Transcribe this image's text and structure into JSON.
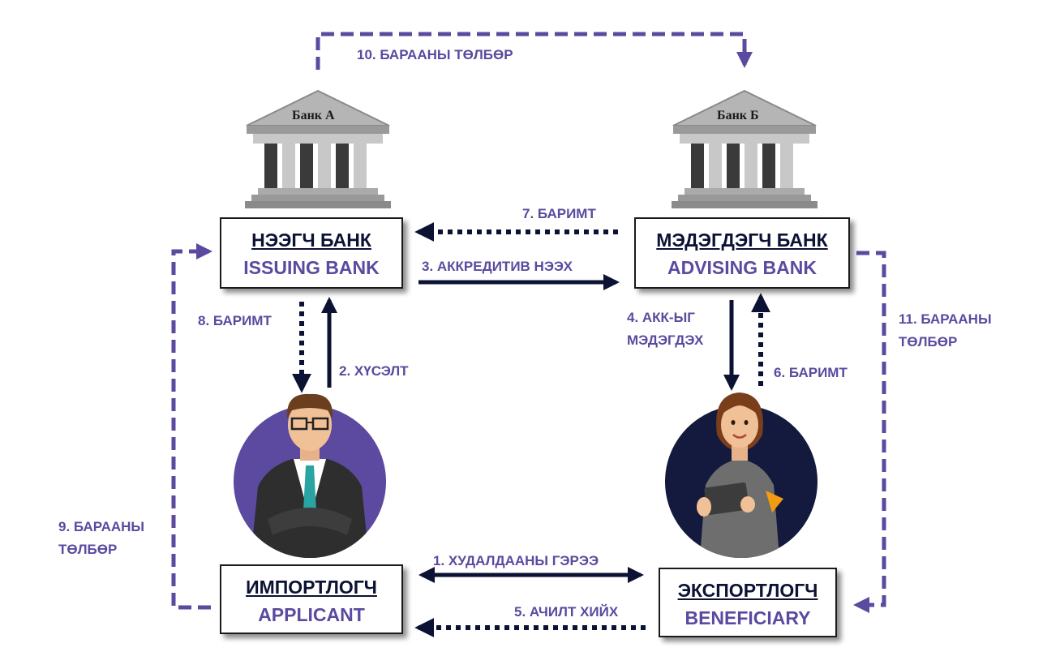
{
  "colors": {
    "navy": "#0b1233",
    "purple": "#5b4a9f",
    "building": "#9a9a9a",
    "column": "#3a3a3a"
  },
  "banks": {
    "a_sign": "Банк А",
    "b_sign": "Банк Б"
  },
  "boxes": {
    "issuing": {
      "mn": "НЭЭГЧ БАНК",
      "en": "ISSUING BANK"
    },
    "advising": {
      "mn": "МЭДЭГДЭГЧ БАНК",
      "en": "ADVISING BANK"
    },
    "applicant": {
      "mn": "ИМПОРТЛОГЧ",
      "en": "APPLICANT"
    },
    "beneficiary": {
      "mn": "ЭКСПОРТЛОГЧ",
      "en": "BENEFICIARY"
    }
  },
  "steps": {
    "s1": "1. ХУДАЛДААНЫ ГЭРЭЭ",
    "s2": "2. ХҮСЭЛТ",
    "s3": "3. АККРЕДИТИВ НЭЭХ",
    "s4_l1": "4. АКК-ЫГ",
    "s4_l2": "МЭДЭГДЭХ",
    "s5": "5. АЧИЛТ ХИЙХ",
    "s6": "6. БАРИМТ",
    "s7": "7. БАРИМТ",
    "s8": "8. БАРИМТ",
    "s9_l1": "9. БАРААНЫ",
    "s9_l2": "ТӨЛБӨР",
    "s10": "10. БАРААНЫ ТӨЛБӨР",
    "s11_l1": "11. БАРААНЫ",
    "s11_l2": "ТӨЛБӨР"
  }
}
